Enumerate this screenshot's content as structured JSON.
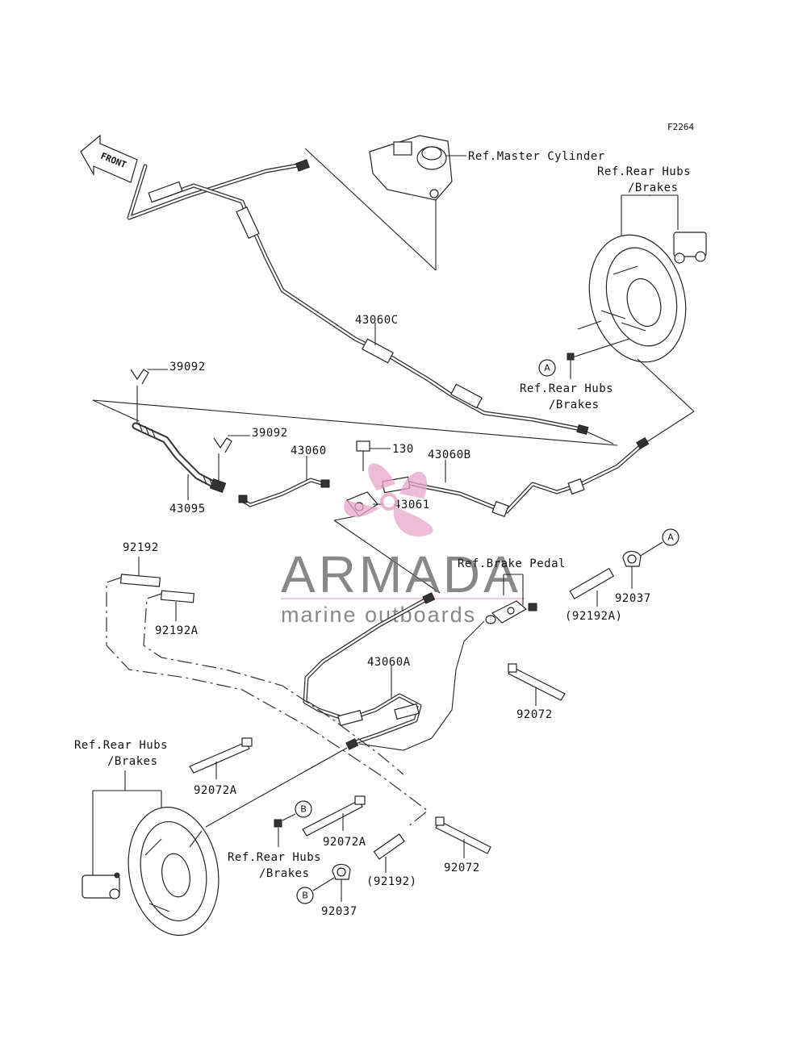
{
  "figure_code": "F2264",
  "front_label": "FRONT",
  "watermark": {
    "title": "ARMADA",
    "subtitle": "marine outboards",
    "accent_color": "#e8a6c8",
    "text_color": "#6e6e6e"
  },
  "callouts": {
    "a": "A",
    "b": "B"
  },
  "labels": {
    "ref_master_cylinder": "Ref.Master Cylinder",
    "ref_rear_hubs_1_line1": "Ref.Rear Hubs",
    "ref_rear_hubs_1_line2": "/Brakes",
    "ref_rear_hubs_2_line1": "Ref.Rear Hubs",
    "ref_rear_hubs_2_line2": "/Brakes",
    "ref_rear_hubs_3_line1": "Ref.Rear Hubs",
    "ref_rear_hubs_3_line2": "/Brakes",
    "ref_rear_hubs_4_line1": "Ref.Rear Hubs",
    "ref_rear_hubs_4_line2": "/Brakes",
    "ref_brake_pedal": "Ref.Brake Pedal"
  },
  "parts": {
    "p43060C": "43060C",
    "p39092_a": "39092",
    "p39092_b": "39092",
    "p43060": "43060",
    "p130": "130",
    "p43060B": "43060B",
    "p43095": "43095",
    "p43061": "43061",
    "p92192": "92192",
    "p92192A": "92192A",
    "p92192A_paren": "(92192A)",
    "p92037_a": "92037",
    "p43060A": "43060A",
    "p92072_a": "92072",
    "p92072A_a": "92072A",
    "p92072A_b": "92072A",
    "p92072_b": "92072",
    "p92192_paren": "(92192)",
    "p92037_b": "92037"
  }
}
